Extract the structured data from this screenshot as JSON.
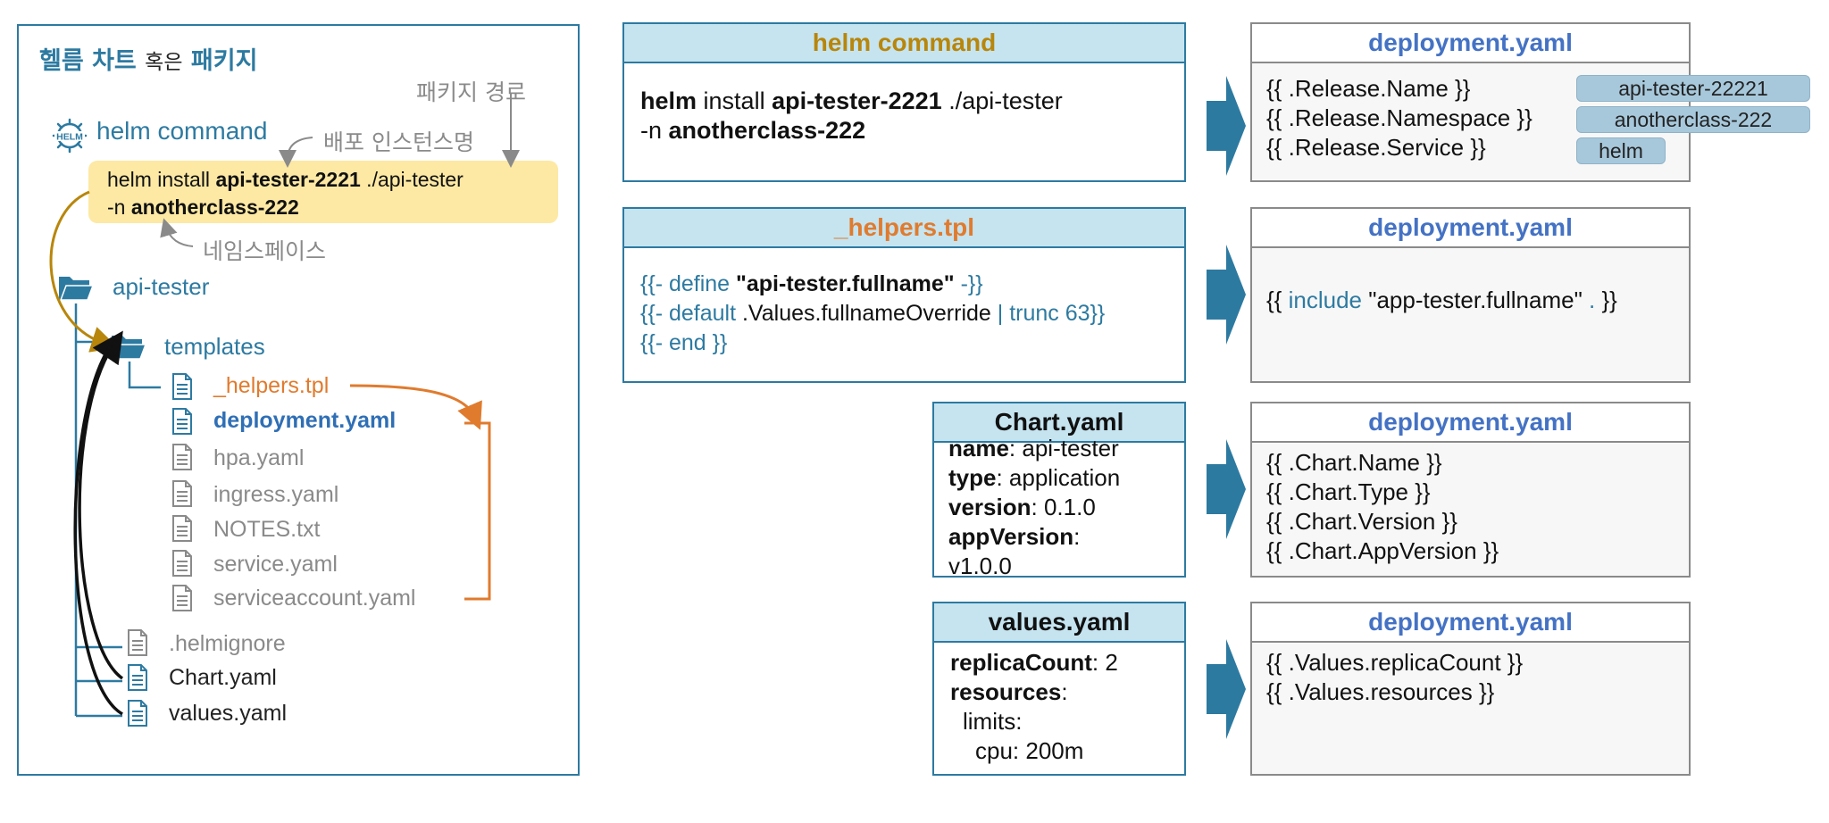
{
  "left_panel": {
    "title_prefix": "헬름 차트",
    "title_mid": "혹은",
    "title_suffix": "패키지",
    "annotation_package_path": "패키지 경로",
    "annotation_release_name": "배포 인스턴스명",
    "annotation_namespace": "네임스페이스",
    "helm_logo_text": "HELM",
    "helm_command_label": "helm command",
    "command": {
      "p1": "helm install ",
      "p2": "api-tester-2221",
      "p3": " ./api-tester",
      "p4": "-n ",
      "p5": "anotherclass-222"
    },
    "tree": {
      "root": "api-tester",
      "templates": "templates",
      "files": {
        "helpers": "_helpers.tpl",
        "deployment": "deployment.yaml",
        "hpa": "hpa.yaml",
        "ingress": "ingress.yaml",
        "notes": "NOTES.txt",
        "service": "service.yaml",
        "serviceaccount": "serviceaccount.yaml",
        "helmignore": ".helmignore",
        "chart": "Chart.yaml",
        "values": "values.yaml"
      }
    }
  },
  "sources": {
    "helm_command": {
      "title": "helm command",
      "l1a": "helm",
      "l1b": " install ",
      "l1c": "api-tester-2221",
      "l1d": " ./api-tester",
      "l2a": "-n ",
      "l2b": "anotherclass-222"
    },
    "helpers": {
      "title": "_helpers.tpl",
      "l1a": "{{- define ",
      "l1b": "\"api-tester.fullname\"",
      "l1c": " -}}",
      "l2a": "{{- default ",
      "l2b": ".Values.fullnameOverride",
      "l2c": " | trunc 63}}",
      "l3": "{{- end }}"
    },
    "chart": {
      "title": "Chart.yaml",
      "k1": "name",
      "v1": ": api-tester",
      "k2": "type",
      "v2": ": application",
      "k3": "version",
      "v3": ": 0.1.0",
      "k4": "appVersion",
      "v4": ":",
      "v4b": "v1.0.0"
    },
    "values": {
      "title": "values.yaml",
      "k1": "replicaCount",
      "v1": ": 2",
      "k2": "resources",
      "v2": ":",
      "l3": "limits:",
      "l4": "cpu: 200m"
    }
  },
  "targets": {
    "t1": {
      "title": "deployment.yaml",
      "lines": [
        "{{ .Release.Name }}",
        "{{ .Release.Namespace }}",
        "{{ .Release.Service }}"
      ],
      "pills": [
        "api-tester-22221",
        "anotherclass-222",
        "helm"
      ]
    },
    "t2": {
      "title": "deployment.yaml",
      "a": "{{ ",
      "b": "include",
      "c": " \"app-tester.fullname\"",
      "d": " .",
      "e": " }}"
    },
    "t3": {
      "title": "deployment.yaml",
      "lines": [
        "{{ .Chart.Name }}",
        "{{ .Chart.Type }}",
        "{{ .Chart.Version }}",
        "{{ .Chart.AppVersion }}"
      ]
    },
    "t4": {
      "title": "deployment.yaml",
      "lines": [
        "{{ .Values.replicaCount }}",
        "{{ .Values.resources }}"
      ]
    }
  },
  "colors": {
    "accent": "#2d7aa1",
    "header_fill": "#c5e4f0",
    "command_highlight": "#fde9a4",
    "helm_title": "#b8860b",
    "helpers_title": "#e07b2e",
    "deployment_title": "#4472c4",
    "pill": "#a7c8db"
  },
  "icons": [
    "helm-logo-icon",
    "folder-icon",
    "file-icon",
    "flow-arrow-icon"
  ]
}
